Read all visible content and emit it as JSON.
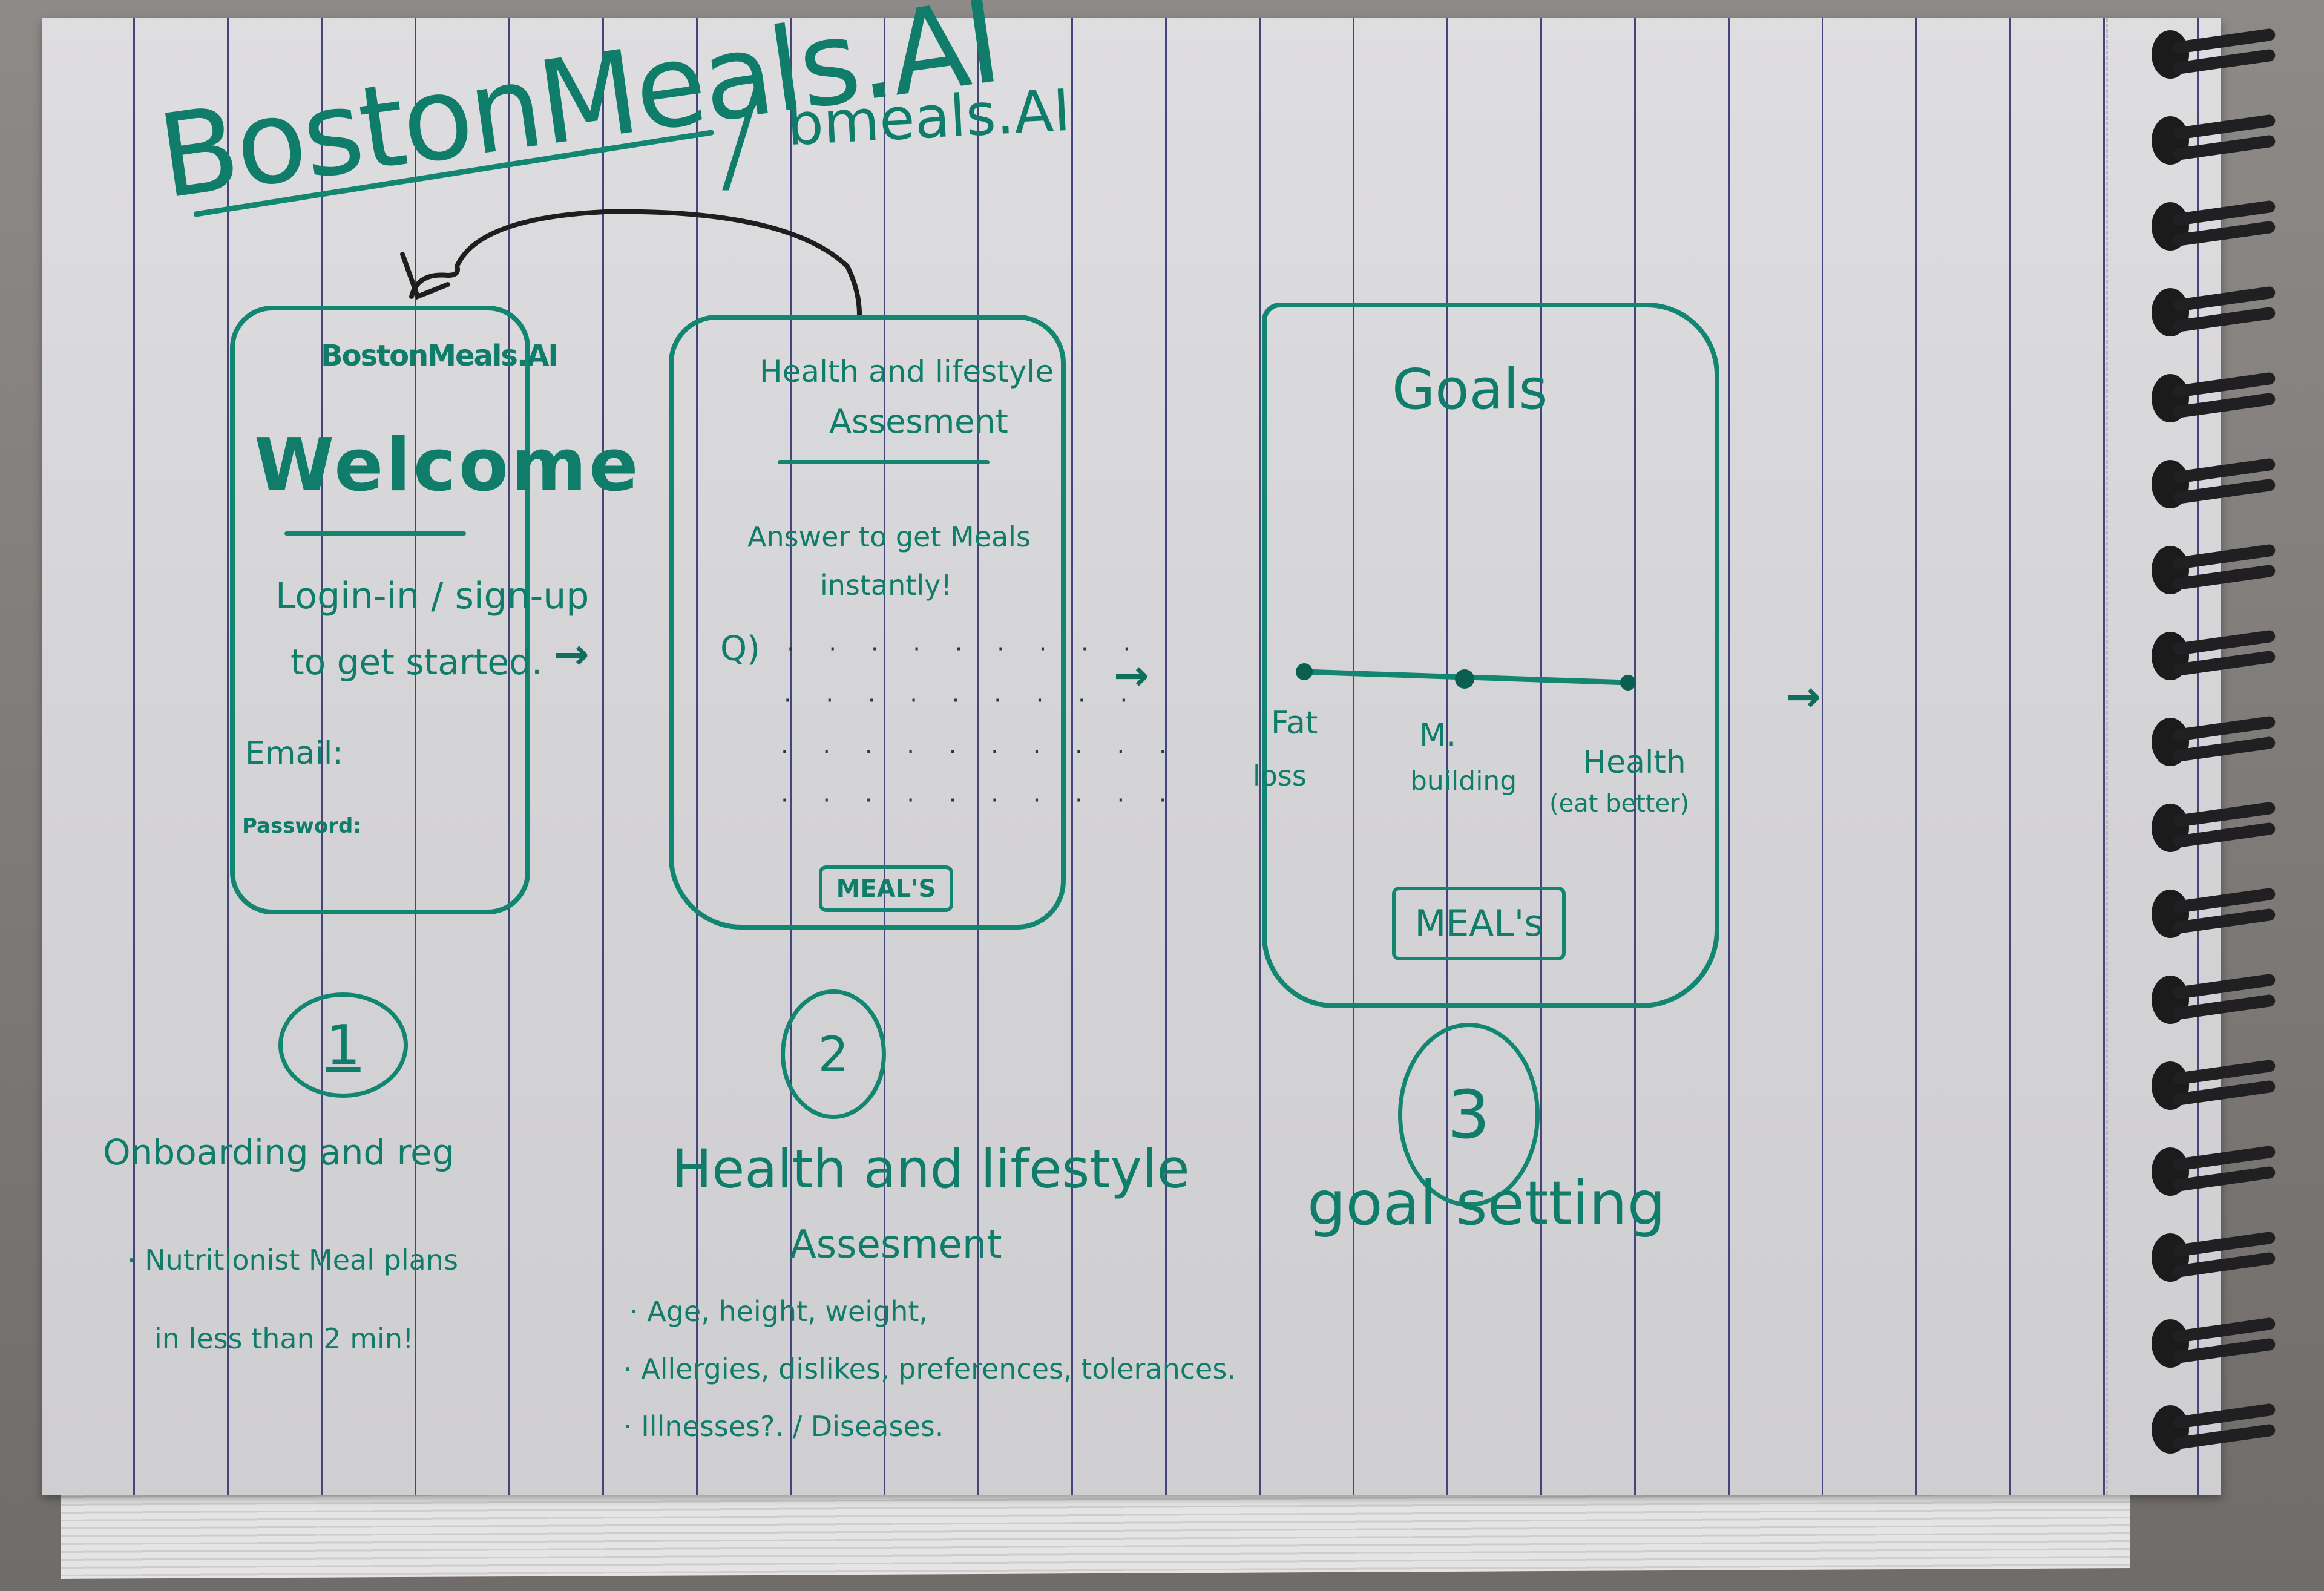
{
  "title": {
    "brand": "BostonMeals.AI",
    "separator": "/",
    "alt_brand": "bmeals.AI"
  },
  "screens": [
    {
      "id": 1,
      "header": "BostonMeals.AI",
      "heading": "Welcome",
      "subtitle_line1": "Login-in / sign-up",
      "subtitle_line2": "to get started.",
      "fields": [
        {
          "label": "Email:"
        },
        {
          "label": "Password:"
        }
      ]
    },
    {
      "id": 2,
      "heading_line1": "Health and lifestyle",
      "heading_line2": "Assesment",
      "subtitle_line1": "Answer to get Meals",
      "subtitle_line2": "instantly!",
      "question_prefix": "Q)",
      "question_placeholder_lines": 4,
      "button_label": "MEAL'S"
    },
    {
      "id": 3,
      "heading": "Goals",
      "slider_options": [
        {
          "line1": "Fat",
          "line2": "loss"
        },
        {
          "line1": "M.",
          "line2": "building"
        },
        {
          "line1": "Health",
          "line2": "(eat better)"
        }
      ],
      "button_label": "MEAL's"
    }
  ],
  "steps": [
    {
      "number": "1",
      "caption": "Onboarding and reg",
      "notes": [
        "· Nutritionist Meal plans",
        "in less than 2 min!"
      ]
    },
    {
      "number": "2",
      "caption_line1": "Health and lifestyle",
      "caption_line2": "Assesment",
      "notes": [
        "· Age, height, weight,",
        "· Allergies, dislikes, preferences, tolerances.",
        "· Illnesses?. / Diseases."
      ]
    },
    {
      "number": "3",
      "caption": "goal setting"
    }
  ],
  "arrows": {
    "glyph": "→"
  },
  "colors": {
    "ink": "#138671",
    "ink_text": "#0f7d6a",
    "pencil": "#1e1e1e",
    "paper": "#d8d7da",
    "rule": "#44457a"
  }
}
